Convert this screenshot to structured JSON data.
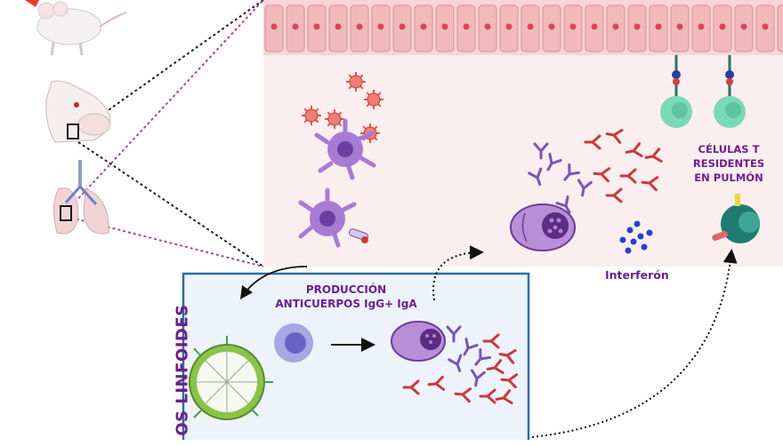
{
  "labels": {
    "tissue_cells_line1": "CÉLULAS T",
    "tissue_cells_line2": "RESIDENTES",
    "tissue_cells_line3": "EN PULMÓN",
    "interferon": "Interferón",
    "production_line1": "PRODUCCIÓN",
    "production_line2": "ANTICUERPOS IgG+ IgA",
    "vertical_label": "OS LINFOIDES"
  },
  "colors": {
    "accent_text": "#6b1f8f",
    "epithelium": "#f4c7c9",
    "tissue_bg": "#fbeeee",
    "node_box_border": "#2d6ea3",
    "node_box_fill": "#eef3fb",
    "t_cell": "#6fd3b4",
    "dendritic_cell": "#9b6fcf",
    "virus": "#e2574c",
    "interferon_dots": "#2a3fd0",
    "antibody_red": "#c9393d",
    "antibody_purple": "#7a54b7"
  },
  "icons": [
    "mouse-icon",
    "mouse-head-icon",
    "lung-icon",
    "virus-icon",
    "dendritic-cell-icon",
    "plasma-cell-icon",
    "t-cell-icon",
    "b-cell-icon",
    "lymph-node-icon",
    "antibody-icon"
  ]
}
